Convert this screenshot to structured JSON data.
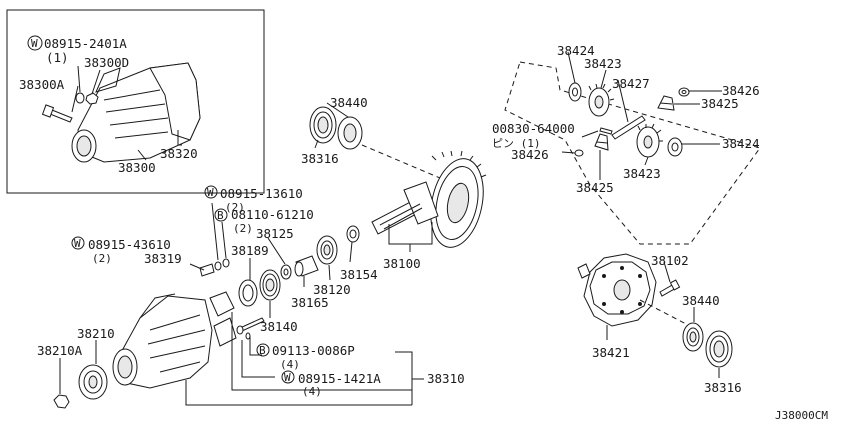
{
  "drawing_code": "J38000CM",
  "labels": {
    "inset_note_w_2401a": "08915-2401A",
    "inset_note_w_2401a_qty": "(1)",
    "p38300D": "38300D",
    "p38300A": "38300A",
    "p38320": "38320",
    "p38300": "38300",
    "p38440_top": "38440",
    "p38316_top": "38316",
    "p38424_top": "38424",
    "p38423_top": "38423",
    "p38427": "38427",
    "p38426_right": "38426",
    "p38425_right": "38425",
    "p00830": "00830-64000",
    "p00830_pin": "ピン (1)",
    "p38426_left": "38426",
    "p38424_right": "38424",
    "p38423_bottom": "38423",
    "p38425_bottom": "38425",
    "w_13610": "08915-13610",
    "w_13610_qty": "(2)",
    "b_61210": "08110-61210",
    "b_61210_qty": "(2)",
    "w_43610": "08915-43610",
    "w_43610_qty": "(2)",
    "p38319": "38319",
    "p38189": "38189",
    "p38125": "38125",
    "p38154": "38154",
    "p38100": "38100",
    "p38120": "38120",
    "p38165": "38165",
    "p38140": "38140",
    "p38102": "38102",
    "p38440_right": "38440",
    "p38421": "38421",
    "p38316_right": "38316",
    "p38210": "38210",
    "p38210A": "38210A",
    "b_0086P": "09113-0086P",
    "b_0086P_qty": "(4)",
    "w_1421A": "08915-1421A",
    "w_1421A_qty": "(4)",
    "p38310": "38310"
  },
  "symbols": {
    "washer": "W",
    "bolt": "B"
  }
}
